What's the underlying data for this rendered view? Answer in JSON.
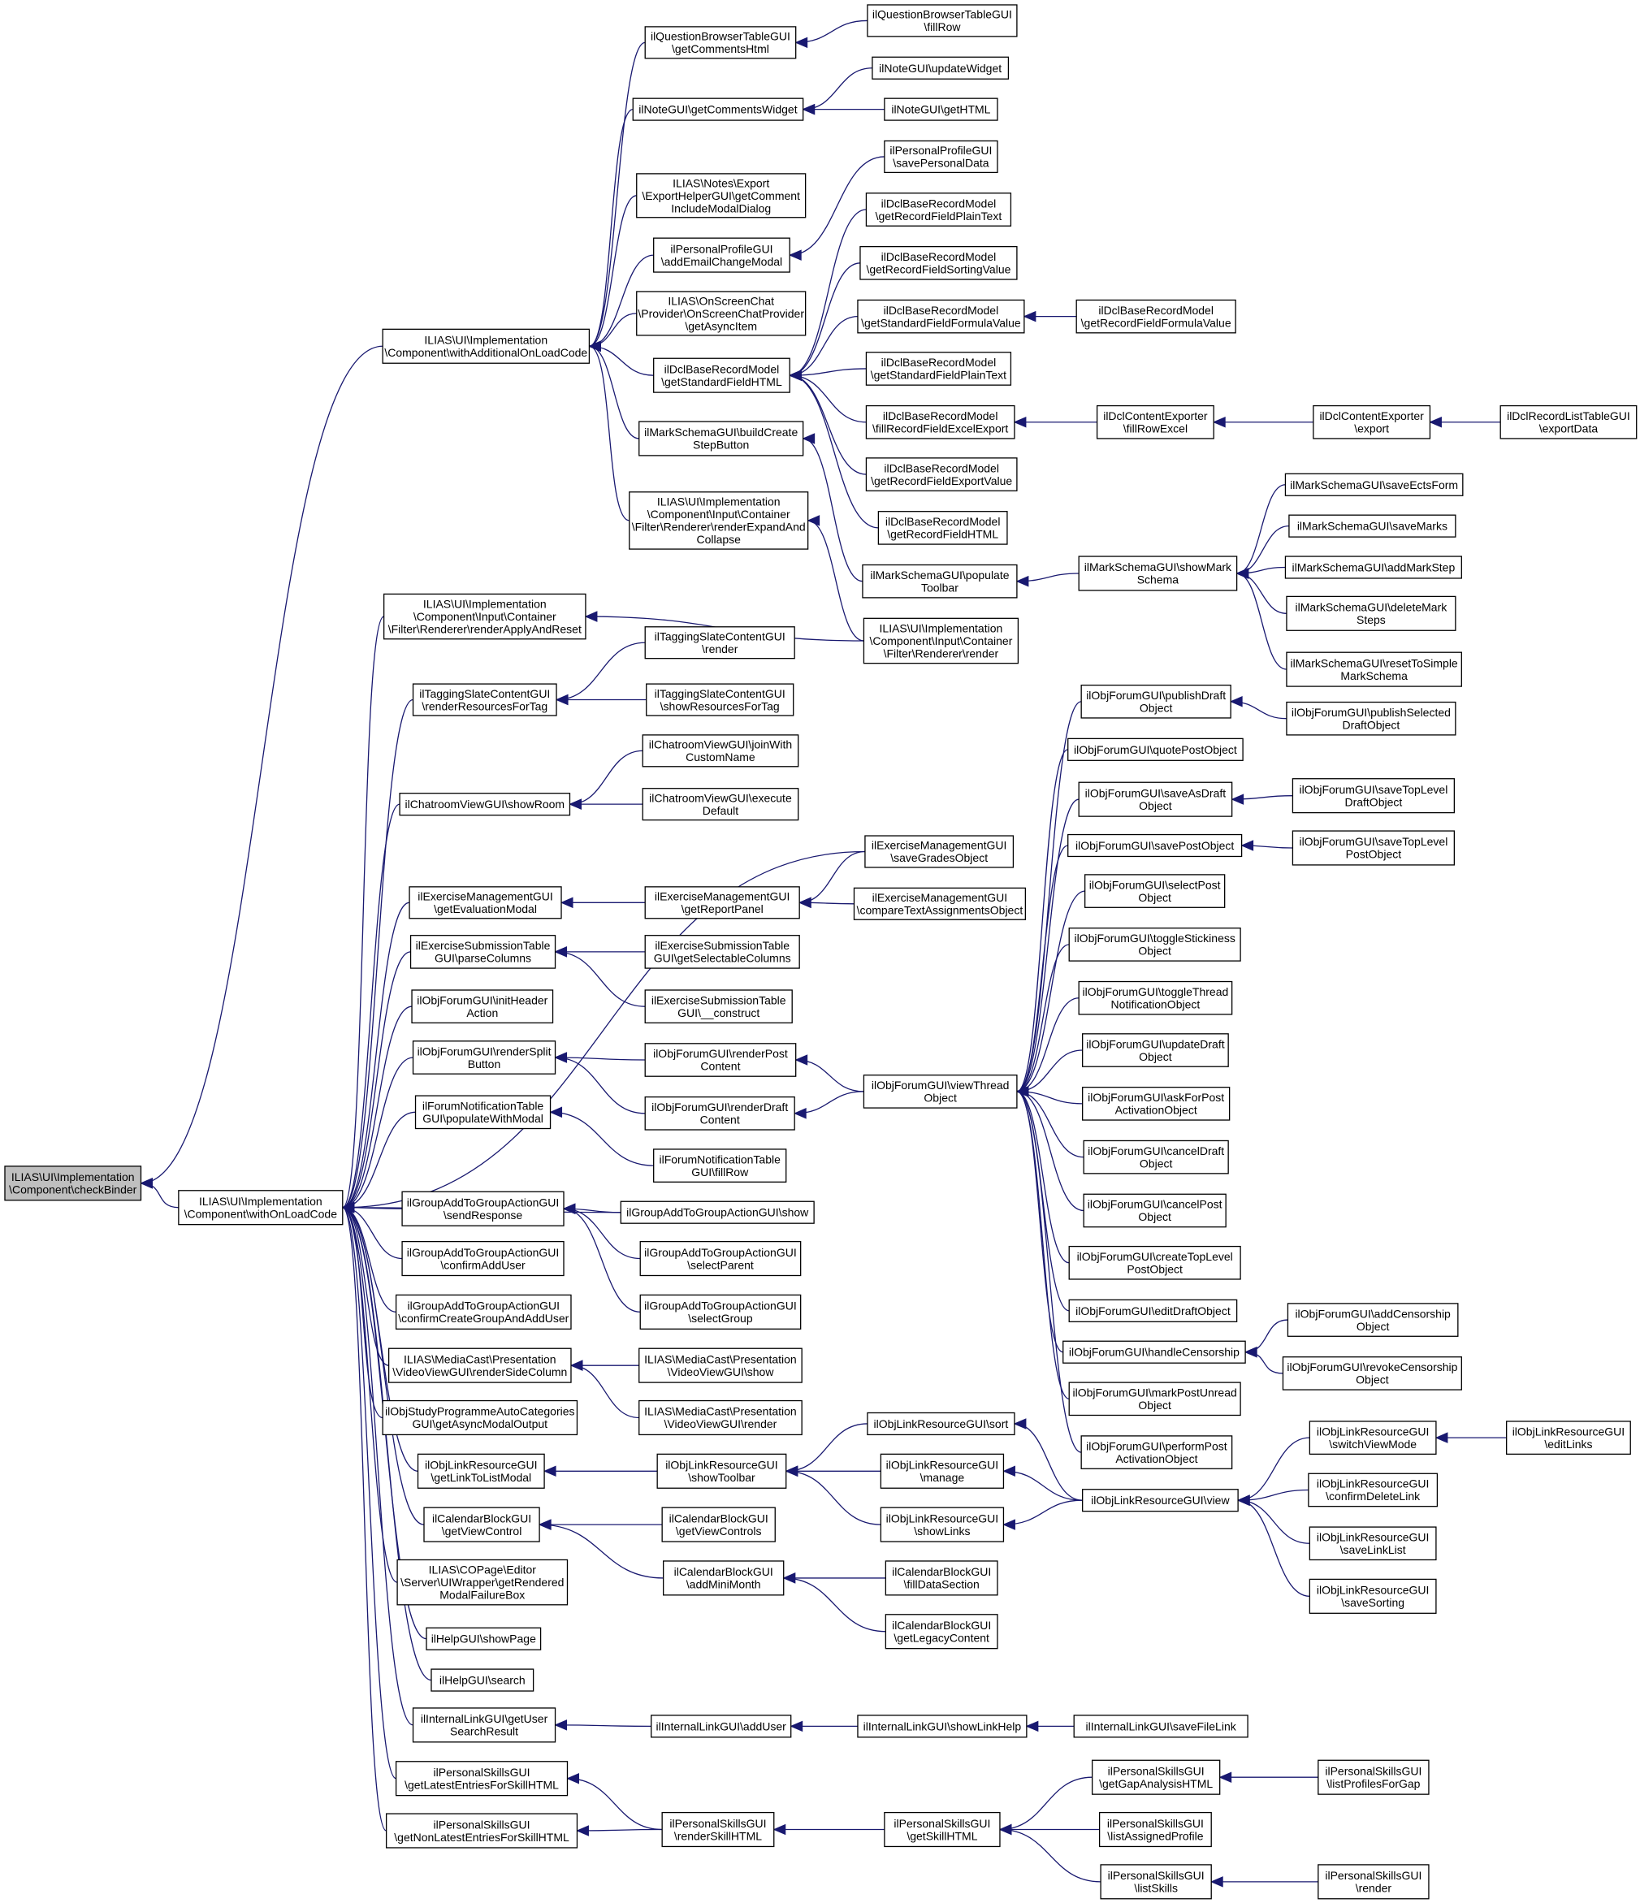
{
  "nodes": [
    {
      "id": "n0",
      "label": [
        "ILIAS\\UI\\Implementation",
        "\\Component\\checkBinder"
      ]
    },
    {
      "id": "n1",
      "label": [
        "ILIAS\\UI\\Implementation",
        "\\Component\\withAdditionalOnLoadCode"
      ]
    },
    {
      "id": "n2",
      "label": [
        "ILIAS\\UI\\Implementation",
        "\\Component\\withOnLoadCode"
      ]
    },
    {
      "id": "n3",
      "label": [
        "ilQuestionBrowserTableGUI",
        "\\getCommentsHtml"
      ]
    },
    {
      "id": "n4",
      "label": [
        "ilQuestionBrowserTableGUI",
        "\\fillRow"
      ]
    },
    {
      "id": "n5",
      "label": [
        "ilNoteGUI\\getCommentsWidget"
      ]
    },
    {
      "id": "n6",
      "label": [
        "ilNoteGUI\\updateWidget"
      ]
    },
    {
      "id": "n7",
      "label": [
        "ilNoteGUI\\getHTML"
      ]
    },
    {
      "id": "n8",
      "label": [
        "ILIAS\\Notes\\Export",
        "\\ExportHelperGUI\\getComment",
        "IncludeModalDialog"
      ]
    },
    {
      "id": "n9",
      "label": [
        "ilPersonalProfileGUI",
        "\\addEmailChangeModal"
      ]
    },
    {
      "id": "n10",
      "label": [
        "ilPersonalProfileGUI",
        "\\savePersonalData"
      ]
    },
    {
      "id": "n11",
      "label": [
        "ILIAS\\OnScreenChat",
        "\\Provider\\OnScreenChatProvider",
        "\\getAsyncItem"
      ]
    },
    {
      "id": "n12",
      "label": [
        "ilDclBaseRecordModel",
        "\\getStandardFieldHTML"
      ]
    },
    {
      "id": "n13",
      "label": [
        "ilDclBaseRecordModel",
        "\\getRecordFieldPlainText"
      ]
    },
    {
      "id": "n14",
      "label": [
        "ilDclBaseRecordModel",
        "\\getRecordFieldSortingValue"
      ]
    },
    {
      "id": "n15",
      "label": [
        "ilDclBaseRecordModel",
        "\\getStandardFieldFormulaValue"
      ]
    },
    {
      "id": "n16",
      "label": [
        "ilDclBaseRecordModel",
        "\\getRecordFieldFormulaValue"
      ]
    },
    {
      "id": "n17",
      "label": [
        "ilDclBaseRecordModel",
        "\\getStandardFieldPlainText"
      ]
    },
    {
      "id": "n18",
      "label": [
        "ilDclBaseRecordModel",
        "\\fillRecordFieldExcelExport"
      ]
    },
    {
      "id": "n19",
      "label": [
        "ilDclContentExporter",
        "\\fillRowExcel"
      ]
    },
    {
      "id": "n20",
      "label": [
        "ilDclContentExporter",
        "\\export"
      ]
    },
    {
      "id": "n21",
      "label": [
        "ilDclRecordListTableGUI",
        "\\exportData"
      ]
    },
    {
      "id": "n22",
      "label": [
        "ilDclBaseRecordModel",
        "\\getRecordFieldExportValue"
      ]
    },
    {
      "id": "n23",
      "label": [
        "ilDclBaseRecordModel",
        "\\getRecordFieldHTML"
      ]
    },
    {
      "id": "n24",
      "label": [
        "ilMarkSchemaGUI\\buildCreate",
        "StepButton"
      ]
    },
    {
      "id": "n25",
      "label": [
        "ilMarkSchemaGUI\\populate",
        "Toolbar"
      ]
    },
    {
      "id": "n26",
      "label": [
        "ilMarkSchemaGUI\\showMark",
        "Schema"
      ]
    },
    {
      "id": "n27",
      "label": [
        "ilMarkSchemaGUI\\saveEctsForm"
      ]
    },
    {
      "id": "n28",
      "label": [
        "ilMarkSchemaGUI\\saveMarks"
      ]
    },
    {
      "id": "n29",
      "label": [
        "ilMarkSchemaGUI\\addMarkStep"
      ]
    },
    {
      "id": "n30",
      "label": [
        "ilMarkSchemaGUI\\deleteMark",
        "Steps"
      ]
    },
    {
      "id": "n31",
      "label": [
        "ilMarkSchemaGUI\\resetToSimple",
        "MarkSchema"
      ]
    },
    {
      "id": "n32",
      "label": [
        "ILIAS\\UI\\Implementation",
        "\\Component\\Input\\Container",
        "\\Filter\\Renderer\\renderExpandAnd",
        "Collapse"
      ]
    },
    {
      "id": "n33",
      "label": [
        "ILIAS\\UI\\Implementation",
        "\\Component\\Input\\Container",
        "\\Filter\\Renderer\\render"
      ]
    },
    {
      "id": "n34",
      "label": [
        "ILIAS\\UI\\Implementation",
        "\\Component\\Input\\Container",
        "\\Filter\\Renderer\\renderApplyAndReset"
      ]
    },
    {
      "id": "n35",
      "label": [
        "ilTaggingSlateContentGUI",
        "\\renderResourcesForTag"
      ]
    },
    {
      "id": "n36",
      "label": [
        "ilTaggingSlateContentGUI",
        "\\render"
      ]
    },
    {
      "id": "n37",
      "label": [
        "ilTaggingSlateContentGUI",
        "\\showResourcesForTag"
      ]
    },
    {
      "id": "n38",
      "label": [
        "ilChatroomViewGUI\\showRoom"
      ]
    },
    {
      "id": "n39",
      "label": [
        "ilChatroomViewGUI\\joinWith",
        "CustomName"
      ]
    },
    {
      "id": "n40",
      "label": [
        "ilChatroomViewGUI\\execute",
        "Default"
      ]
    },
    {
      "id": "n41",
      "label": [
        "ilExerciseManagementGUI",
        "\\saveGradesObject"
      ]
    },
    {
      "id": "n42",
      "label": [
        "ilExerciseManagementGUI",
        "\\getEvaluationModal"
      ]
    },
    {
      "id": "n43",
      "label": [
        "ilExerciseManagementGUI",
        "\\getReportPanel"
      ]
    },
    {
      "id": "n44",
      "label": [
        "ilExerciseManagementGUI",
        "\\compareTextAssignmentsObject"
      ]
    },
    {
      "id": "n45",
      "label": [
        "ilExerciseSubmissionTable",
        "GUI\\parseColumns"
      ]
    },
    {
      "id": "n46",
      "label": [
        "ilExerciseSubmissionTable",
        "GUI\\getSelectableColumns"
      ]
    },
    {
      "id": "n47",
      "label": [
        "ilExerciseSubmissionTable",
        "GUI\\__construct"
      ]
    },
    {
      "id": "n48",
      "label": [
        "ilObjForumGUI\\initHeader",
        "Action"
      ]
    },
    {
      "id": "n49",
      "label": [
        "ilObjForumGUI\\renderSplit",
        "Button"
      ]
    },
    {
      "id": "n50",
      "label": [
        "ilObjForumGUI\\renderPost",
        "Content"
      ]
    },
    {
      "id": "n51",
      "label": [
        "ilObjForumGUI\\renderDraft",
        "Content"
      ]
    },
    {
      "id": "n52",
      "label": [
        "ilObjForumGUI\\viewThread",
        "Object"
      ]
    },
    {
      "id": "n53",
      "label": [
        "ilForumNotificationTable",
        "GUI\\populateWithModal"
      ]
    },
    {
      "id": "n54",
      "label": [
        "ilForumNotificationTable",
        "GUI\\fillRow"
      ]
    },
    {
      "id": "n55",
      "label": [
        "ilObjForumGUI\\publishDraft",
        "Object"
      ]
    },
    {
      "id": "n56",
      "label": [
        "ilObjForumGUI\\publishSelected",
        "DraftObject"
      ]
    },
    {
      "id": "n57",
      "label": [
        "ilObjForumGUI\\quotePostObject"
      ]
    },
    {
      "id": "n58",
      "label": [
        "ilObjForumGUI\\saveAsDraft",
        "Object"
      ]
    },
    {
      "id": "n59",
      "label": [
        "ilObjForumGUI\\saveTopLevel",
        "DraftObject"
      ]
    },
    {
      "id": "n60",
      "label": [
        "ilObjForumGUI\\savePostObject"
      ]
    },
    {
      "id": "n61",
      "label": [
        "ilObjForumGUI\\saveTopLevel",
        "PostObject"
      ]
    },
    {
      "id": "n62",
      "label": [
        "ilObjForumGUI\\selectPost",
        "Object"
      ]
    },
    {
      "id": "n63",
      "label": [
        "ilObjForumGUI\\toggleStickiness",
        "Object"
      ]
    },
    {
      "id": "n64",
      "label": [
        "ilObjForumGUI\\toggleThread",
        "NotificationObject"
      ]
    },
    {
      "id": "n65",
      "label": [
        "ilObjForumGUI\\updateDraft",
        "Object"
      ]
    },
    {
      "id": "n66",
      "label": [
        "ilObjForumGUI\\askForPost",
        "ActivationObject"
      ]
    },
    {
      "id": "n67",
      "label": [
        "ilObjForumGUI\\cancelDraft",
        "Object"
      ]
    },
    {
      "id": "n68",
      "label": [
        "ilObjForumGUI\\cancelPost",
        "Object"
      ]
    },
    {
      "id": "n69",
      "label": [
        "ilObjForumGUI\\createTopLevel",
        "PostObject"
      ]
    },
    {
      "id": "n70",
      "label": [
        "ilObjForumGUI\\editDraftObject"
      ]
    },
    {
      "id": "n71",
      "label": [
        "ilObjForumGUI\\handleCensorship"
      ]
    },
    {
      "id": "n72",
      "label": [
        "ilObjForumGUI\\addCensorship",
        "Object"
      ]
    },
    {
      "id": "n73",
      "label": [
        "ilObjForumGUI\\revokeCensorship",
        "Object"
      ]
    },
    {
      "id": "n74",
      "label": [
        "ilObjForumGUI\\markPostUnread",
        "Object"
      ]
    },
    {
      "id": "n75",
      "label": [
        "ilObjForumGUI\\performPost",
        "ActivationObject"
      ]
    },
    {
      "id": "n76",
      "label": [
        "ilGroupAddToGroupActionGUI",
        "\\sendResponse"
      ]
    },
    {
      "id": "n77",
      "label": [
        "ilGroupAddToGroupActionGUI\\show"
      ]
    },
    {
      "id": "n78",
      "label": [
        "ilGroupAddToGroupActionGUI",
        "\\confirmAddUser"
      ]
    },
    {
      "id": "n79",
      "label": [
        "ilGroupAddToGroupActionGUI",
        "\\selectParent"
      ]
    },
    {
      "id": "n80",
      "label": [
        "ilGroupAddToGroupActionGUI",
        "\\confirmCreateGroupAndAddUser"
      ]
    },
    {
      "id": "n81",
      "label": [
        "ilGroupAddToGroupActionGUI",
        "\\selectGroup"
      ]
    },
    {
      "id": "n82",
      "label": [
        "ILIAS\\MediaCast\\Presentation",
        "\\VideoViewGUI\\renderSideColumn"
      ]
    },
    {
      "id": "n83",
      "label": [
        "ILIAS\\MediaCast\\Presentation",
        "\\VideoViewGUI\\show"
      ]
    },
    {
      "id": "n84",
      "label": [
        "ILIAS\\MediaCast\\Presentation",
        "\\VideoViewGUI\\render"
      ]
    },
    {
      "id": "n85",
      "label": [
        "ilObjStudyProgrammeAutoCategories",
        "GUI\\getAsyncModalOutput"
      ]
    },
    {
      "id": "n86",
      "label": [
        "ilObjLinkResourceGUI",
        "\\getLinkToListModal"
      ]
    },
    {
      "id": "n87",
      "label": [
        "ilObjLinkResourceGUI",
        "\\showToolbar"
      ]
    },
    {
      "id": "n88",
      "label": [
        "ilObjLinkResourceGUI\\sort"
      ]
    },
    {
      "id": "n89",
      "label": [
        "ilObjLinkResourceGUI",
        "\\manage"
      ]
    },
    {
      "id": "n90",
      "label": [
        "ilObjLinkResourceGUI",
        "\\showLinks"
      ]
    },
    {
      "id": "n91",
      "label": [
        "ilObjLinkResourceGUI\\view"
      ]
    },
    {
      "id": "n92",
      "label": [
        "ilObjLinkResourceGUI",
        "\\switchViewMode"
      ]
    },
    {
      "id": "n93",
      "label": [
        "ilObjLinkResourceGUI",
        "\\editLinks"
      ]
    },
    {
      "id": "n94",
      "label": [
        "ilObjLinkResourceGUI",
        "\\confirmDeleteLink"
      ]
    },
    {
      "id": "n95",
      "label": [
        "ilObjLinkResourceGUI",
        "\\saveLinkList"
      ]
    },
    {
      "id": "n96",
      "label": [
        "ilObjLinkResourceGUI",
        "\\saveSorting"
      ]
    },
    {
      "id": "n97",
      "label": [
        "ilCalendarBlockGUI",
        "\\getViewControl"
      ]
    },
    {
      "id": "n98",
      "label": [
        "ilCalendarBlockGUI",
        "\\getViewControls"
      ]
    },
    {
      "id": "n99",
      "label": [
        "ilCalendarBlockGUI",
        "\\addMiniMonth"
      ]
    },
    {
      "id": "n100",
      "label": [
        "ilCalendarBlockGUI",
        "\\fillDataSection"
      ]
    },
    {
      "id": "n101",
      "label": [
        "ilCalendarBlockGUI",
        "\\getLegacyContent"
      ]
    },
    {
      "id": "n102",
      "label": [
        "ILIAS\\COPage\\Editor",
        "\\Server\\UIWrapper\\getRendered",
        "ModalFailureBox"
      ]
    },
    {
      "id": "n103",
      "label": [
        "ilHelpGUI\\showPage"
      ]
    },
    {
      "id": "n104",
      "label": [
        "ilHelpGUI\\search"
      ]
    },
    {
      "id": "n105",
      "label": [
        "ilInternalLinkGUI\\getUser",
        "SearchResult"
      ]
    },
    {
      "id": "n106",
      "label": [
        "ilInternalLinkGUI\\addUser"
      ]
    },
    {
      "id": "n107",
      "label": [
        "ilInternalLinkGUI\\showLinkHelp"
      ]
    },
    {
      "id": "n108",
      "label": [
        "ilInternalLinkGUI\\saveFileLink"
      ]
    },
    {
      "id": "n109",
      "label": [
        "ilPersonalSkillsGUI",
        "\\getLatestEntriesForSkillHTML"
      ]
    },
    {
      "id": "n110",
      "label": [
        "ilPersonalSkillsGUI",
        "\\getNonLatestEntriesForSkillHTML"
      ]
    },
    {
      "id": "n111",
      "label": [
        "ilPersonalSkillsGUI",
        "\\renderSkillHTML"
      ]
    },
    {
      "id": "n112",
      "label": [
        "ilPersonalSkillsGUI",
        "\\getSkillHTML"
      ]
    },
    {
      "id": "n113",
      "label": [
        "ilPersonalSkillsGUI",
        "\\getGapAnalysisHTML"
      ]
    },
    {
      "id": "n114",
      "label": [
        "ilPersonalSkillsGUI",
        "\\listProfilesForGap"
      ]
    },
    {
      "id": "n115",
      "label": [
        "ilPersonalSkillsGUI",
        "\\listAssignedProfile"
      ]
    },
    {
      "id": "n116",
      "label": [
        "ilPersonalSkillsGUI",
        "\\listSkills"
      ]
    },
    {
      "id": "n117",
      "label": [
        "ilPersonalSkillsGUI",
        "\\render"
      ]
    }
  ],
  "edges": [
    [
      "n1",
      "n0"
    ],
    [
      "n2",
      "n0"
    ],
    [
      "n3",
      "n1"
    ],
    [
      "n5",
      "n1"
    ],
    [
      "n8",
      "n1"
    ],
    [
      "n9",
      "n1"
    ],
    [
      "n11",
      "n1"
    ],
    [
      "n12",
      "n1"
    ],
    [
      "n24",
      "n1"
    ],
    [
      "n32",
      "n1"
    ],
    [
      "n4",
      "n3"
    ],
    [
      "n6",
      "n5"
    ],
    [
      "n7",
      "n5"
    ],
    [
      "n10",
      "n9"
    ],
    [
      "n13",
      "n12"
    ],
    [
      "n14",
      "n12"
    ],
    [
      "n15",
      "n12"
    ],
    [
      "n17",
      "n12"
    ],
    [
      "n18",
      "n12"
    ],
    [
      "n22",
      "n12"
    ],
    [
      "n23",
      "n12"
    ],
    [
      "n16",
      "n15"
    ],
    [
      "n19",
      "n18"
    ],
    [
      "n20",
      "n19"
    ],
    [
      "n21",
      "n20"
    ],
    [
      "n25",
      "n24"
    ],
    [
      "n26",
      "n25"
    ],
    [
      "n27",
      "n26"
    ],
    [
      "n28",
      "n26"
    ],
    [
      "n29",
      "n26"
    ],
    [
      "n30",
      "n26"
    ],
    [
      "n31",
      "n26"
    ],
    [
      "n33",
      "n32"
    ],
    [
      "n33",
      "n34"
    ],
    [
      "n34",
      "n2"
    ],
    [
      "n35",
      "n2"
    ],
    [
      "n38",
      "n2"
    ],
    [
      "n41",
      "n2"
    ],
    [
      "n42",
      "n2"
    ],
    [
      "n45",
      "n2"
    ],
    [
      "n48",
      "n2"
    ],
    [
      "n49",
      "n2"
    ],
    [
      "n53",
      "n2"
    ],
    [
      "n76",
      "n2"
    ],
    [
      "n77",
      "n2"
    ],
    [
      "n78",
      "n2"
    ],
    [
      "n80",
      "n2"
    ],
    [
      "n82",
      "n2"
    ],
    [
      "n85",
      "n2"
    ],
    [
      "n86",
      "n2"
    ],
    [
      "n97",
      "n2"
    ],
    [
      "n102",
      "n2"
    ],
    [
      "n103",
      "n2"
    ],
    [
      "n104",
      "n2"
    ],
    [
      "n105",
      "n2"
    ],
    [
      "n109",
      "n2"
    ],
    [
      "n110",
      "n2"
    ],
    [
      "n36",
      "n35"
    ],
    [
      "n37",
      "n35"
    ],
    [
      "n39",
      "n38"
    ],
    [
      "n40",
      "n38"
    ],
    [
      "n43",
      "n42"
    ],
    [
      "n41",
      "n43"
    ],
    [
      "n44",
      "n43"
    ],
    [
      "n46",
      "n45"
    ],
    [
      "n47",
      "n45"
    ],
    [
      "n50",
      "n49"
    ],
    [
      "n51",
      "n49"
    ],
    [
      "n52",
      "n50"
    ],
    [
      "n52",
      "n51"
    ],
    [
      "n54",
      "n53"
    ],
    [
      "n55",
      "n52"
    ],
    [
      "n57",
      "n52"
    ],
    [
      "n58",
      "n52"
    ],
    [
      "n60",
      "n52"
    ],
    [
      "n62",
      "n52"
    ],
    [
      "n63",
      "n52"
    ],
    [
      "n64",
      "n52"
    ],
    [
      "n65",
      "n52"
    ],
    [
      "n66",
      "n52"
    ],
    [
      "n67",
      "n52"
    ],
    [
      "n68",
      "n52"
    ],
    [
      "n69",
      "n52"
    ],
    [
      "n70",
      "n52"
    ],
    [
      "n71",
      "n52"
    ],
    [
      "n74",
      "n52"
    ],
    [
      "n75",
      "n52"
    ],
    [
      "n56",
      "n55"
    ],
    [
      "n59",
      "n58"
    ],
    [
      "n61",
      "n60"
    ],
    [
      "n72",
      "n71"
    ],
    [
      "n73",
      "n71"
    ],
    [
      "n77",
      "n76"
    ],
    [
      "n79",
      "n76"
    ],
    [
      "n81",
      "n76"
    ],
    [
      "n83",
      "n82"
    ],
    [
      "n84",
      "n82"
    ],
    [
      "n87",
      "n86"
    ],
    [
      "n88",
      "n87"
    ],
    [
      "n89",
      "n87"
    ],
    [
      "n90",
      "n87"
    ],
    [
      "n91",
      "n88"
    ],
    [
      "n91",
      "n89"
    ],
    [
      "n91",
      "n90"
    ],
    [
      "n92",
      "n91"
    ],
    [
      "n94",
      "n91"
    ],
    [
      "n95",
      "n91"
    ],
    [
      "n96",
      "n91"
    ],
    [
      "n93",
      "n92"
    ],
    [
      "n98",
      "n97"
    ],
    [
      "n99",
      "n97"
    ],
    [
      "n100",
      "n99"
    ],
    [
      "n101",
      "n99"
    ],
    [
      "n106",
      "n105"
    ],
    [
      "n107",
      "n106"
    ],
    [
      "n108",
      "n107"
    ],
    [
      "n111",
      "n109"
    ],
    [
      "n111",
      "n110"
    ],
    [
      "n112",
      "n111"
    ],
    [
      "n113",
      "n112"
    ],
    [
      "n115",
      "n112"
    ],
    [
      "n116",
      "n112"
    ],
    [
      "n114",
      "n113"
    ],
    [
      "n117",
      "n116"
    ]
  ]
}
